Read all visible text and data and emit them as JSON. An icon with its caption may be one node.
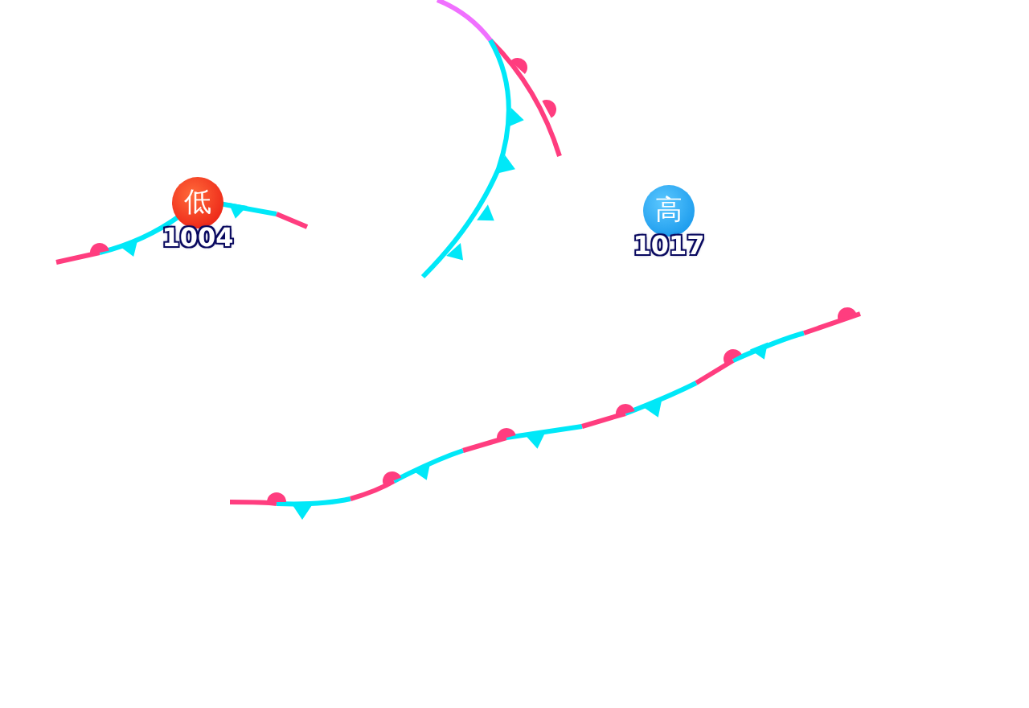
{
  "diagram": {
    "nodes": [
      {
        "text": [
          "低"
        ],
        "beside": [
          "1004"
        ]
      },
      {
        "text": [
          "高"
        ],
        "beside": [
          "1017"
        ]
      }
    ]
  }
}
